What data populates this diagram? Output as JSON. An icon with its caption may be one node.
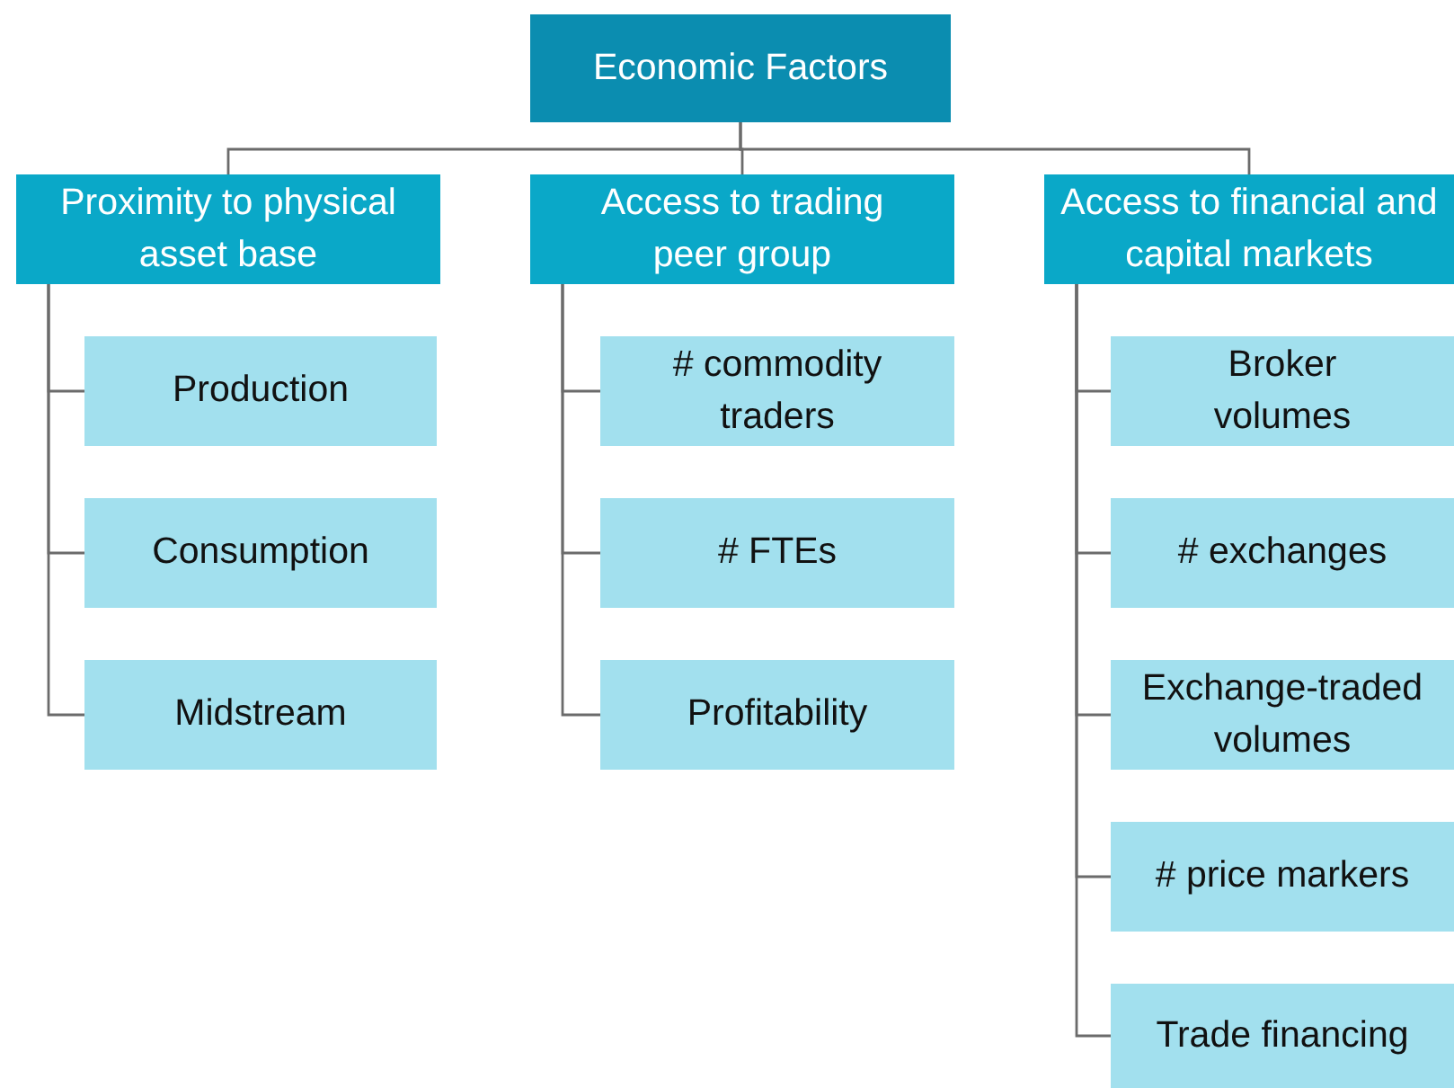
{
  "diagram": {
    "nodes": [
      {
        "text": [
          "Economic Factors"
        ]
      },
      {
        "text": [
          "Proximity to physical asset base"
        ]
      },
      {
        "text": [
          "Access to trading peer group"
        ]
      },
      {
        "text": [
          "Access to financial and capital markets"
        ]
      },
      {
        "text": [
          "Production"
        ]
      },
      {
        "text": [
          "Consumption"
        ]
      },
      {
        "text": [
          "Midstream"
        ]
      },
      {
        "text": [
          "# commodity traders"
        ]
      },
      {
        "text": [
          "# FTEs"
        ]
      },
      {
        "text": [
          "Profitability"
        ]
      },
      {
        "text": [
          "Broker volumes"
        ]
      },
      {
        "text": [
          "# exchanges"
        ]
      },
      {
        "text": [
          "Exchange-traded volumes"
        ]
      },
      {
        "text": [
          "# price markers"
        ]
      },
      {
        "text": [
          "Trade financing"
        ]
      }
    ],
    "edges": [
      {
        "from": 0,
        "to": 1,
        "arrow": "none"
      },
      {
        "from": 0,
        "to": 2,
        "arrow": "none"
      },
      {
        "from": 0,
        "to": 3,
        "arrow": "none"
      },
      {
        "from": 1,
        "to": 4,
        "arrow": "none"
      },
      {
        "from": 1,
        "to": 5,
        "arrow": "none"
      },
      {
        "from": 1,
        "to": 6,
        "arrow": "none"
      },
      {
        "from": 2,
        "to": 7,
        "arrow": "none"
      },
      {
        "from": 2,
        "to": 8,
        "arrow": "none"
      },
      {
        "from": 2,
        "to": 9,
        "arrow": "none"
      },
      {
        "from": 3,
        "to": 10,
        "arrow": "none"
      },
      {
        "from": 3,
        "to": 11,
        "arrow": "none"
      },
      {
        "from": 3,
        "to": 12,
        "arrow": "none"
      },
      {
        "from": 3,
        "to": 13,
        "arrow": "none"
      },
      {
        "from": 3,
        "to": 14,
        "arrow": "none"
      }
    ]
  }
}
